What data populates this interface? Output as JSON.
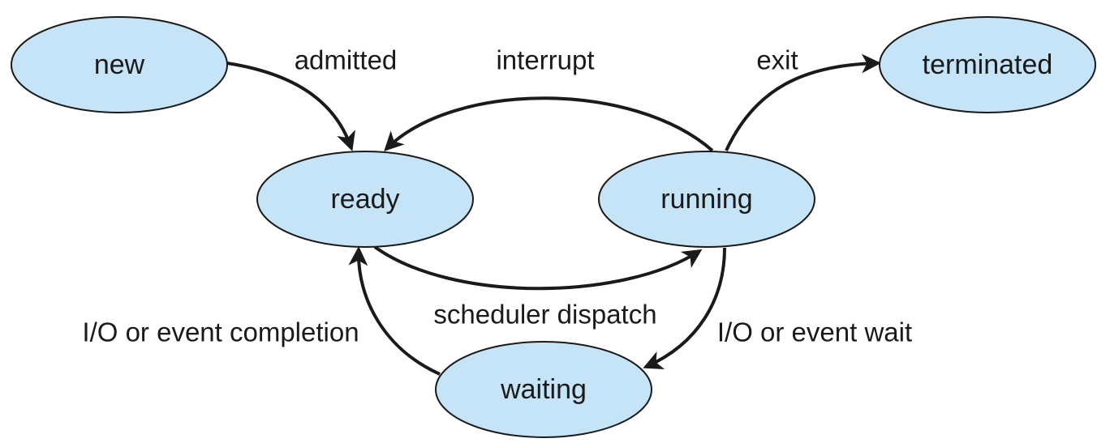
{
  "colors": {
    "node_fill": "#c5e4f7",
    "outline": "#1a1a1a"
  },
  "states": {
    "new": "new",
    "ready": "ready",
    "running": "running",
    "waiting": "waiting",
    "terminated": "terminated"
  },
  "transitions": {
    "admitted": "admitted",
    "interrupt": "interrupt",
    "exit": "exit",
    "scheduler_dispatch": "scheduler dispatch",
    "io_event_completion": "I/O or event completion",
    "io_event_wait": "I/O or event wait"
  }
}
